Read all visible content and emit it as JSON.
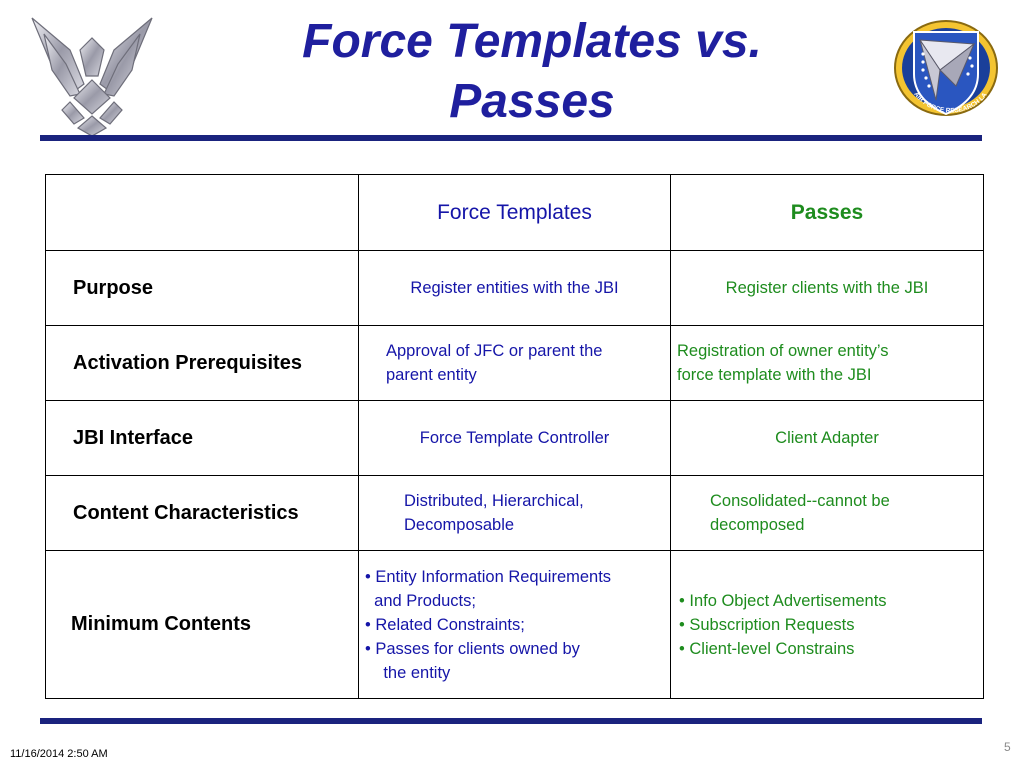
{
  "colors": {
    "title": "#1f1f9e",
    "rule": "#1a237e",
    "force_templates": "#1515a8",
    "passes": "#1e8c1e"
  },
  "slide": {
    "title_lines": [
      "Force Templates vs.",
      "Passes"
    ],
    "logos": [
      "air-force-wings-icon",
      "air-force-research-laboratory-shield-icon"
    ],
    "seal_text": "AIR FORCE RESEARCH LABORATORY"
  },
  "table": {
    "headers": [
      "",
      "Force Templates",
      "Passes"
    ],
    "rows": {
      "purpose": {
        "label": "Purpose",
        "force_templates": [
          "Register entities with the JBI"
        ],
        "passes": [
          "Register clients with the JBI"
        ]
      },
      "activation": {
        "label": "Activation Prerequisites",
        "force_templates": [
          "Approval of JFC or parent the",
          "parent entity"
        ],
        "passes": [
          "Registration of owner entity’s",
          "force template with the JBI"
        ]
      },
      "jbi_interface": {
        "label": "JBI Interface",
        "force_templates": [
          "Force Template Controller"
        ],
        "passes": [
          "Client Adapter"
        ]
      },
      "content": {
        "label": "Content Characteristics",
        "force_templates": [
          "Distributed, Hierarchical,",
          "Decomposable"
        ],
        "passes": [
          "Consolidated--cannot be",
          "decomposed"
        ]
      },
      "minimum": {
        "label": "Minimum Contents",
        "force_templates": [
          "• Entity Information Requirements",
          "  and Products;",
          "• Related Constraints;",
          "• Passes for clients owned by",
          "    the entity"
        ],
        "passes": [
          "• Info Object Advertisements",
          "• Subscription Requests",
          "• Client-level Constrains"
        ]
      }
    }
  },
  "footer": {
    "date": "11/16/2014 2:50 AM",
    "page": "5"
  }
}
